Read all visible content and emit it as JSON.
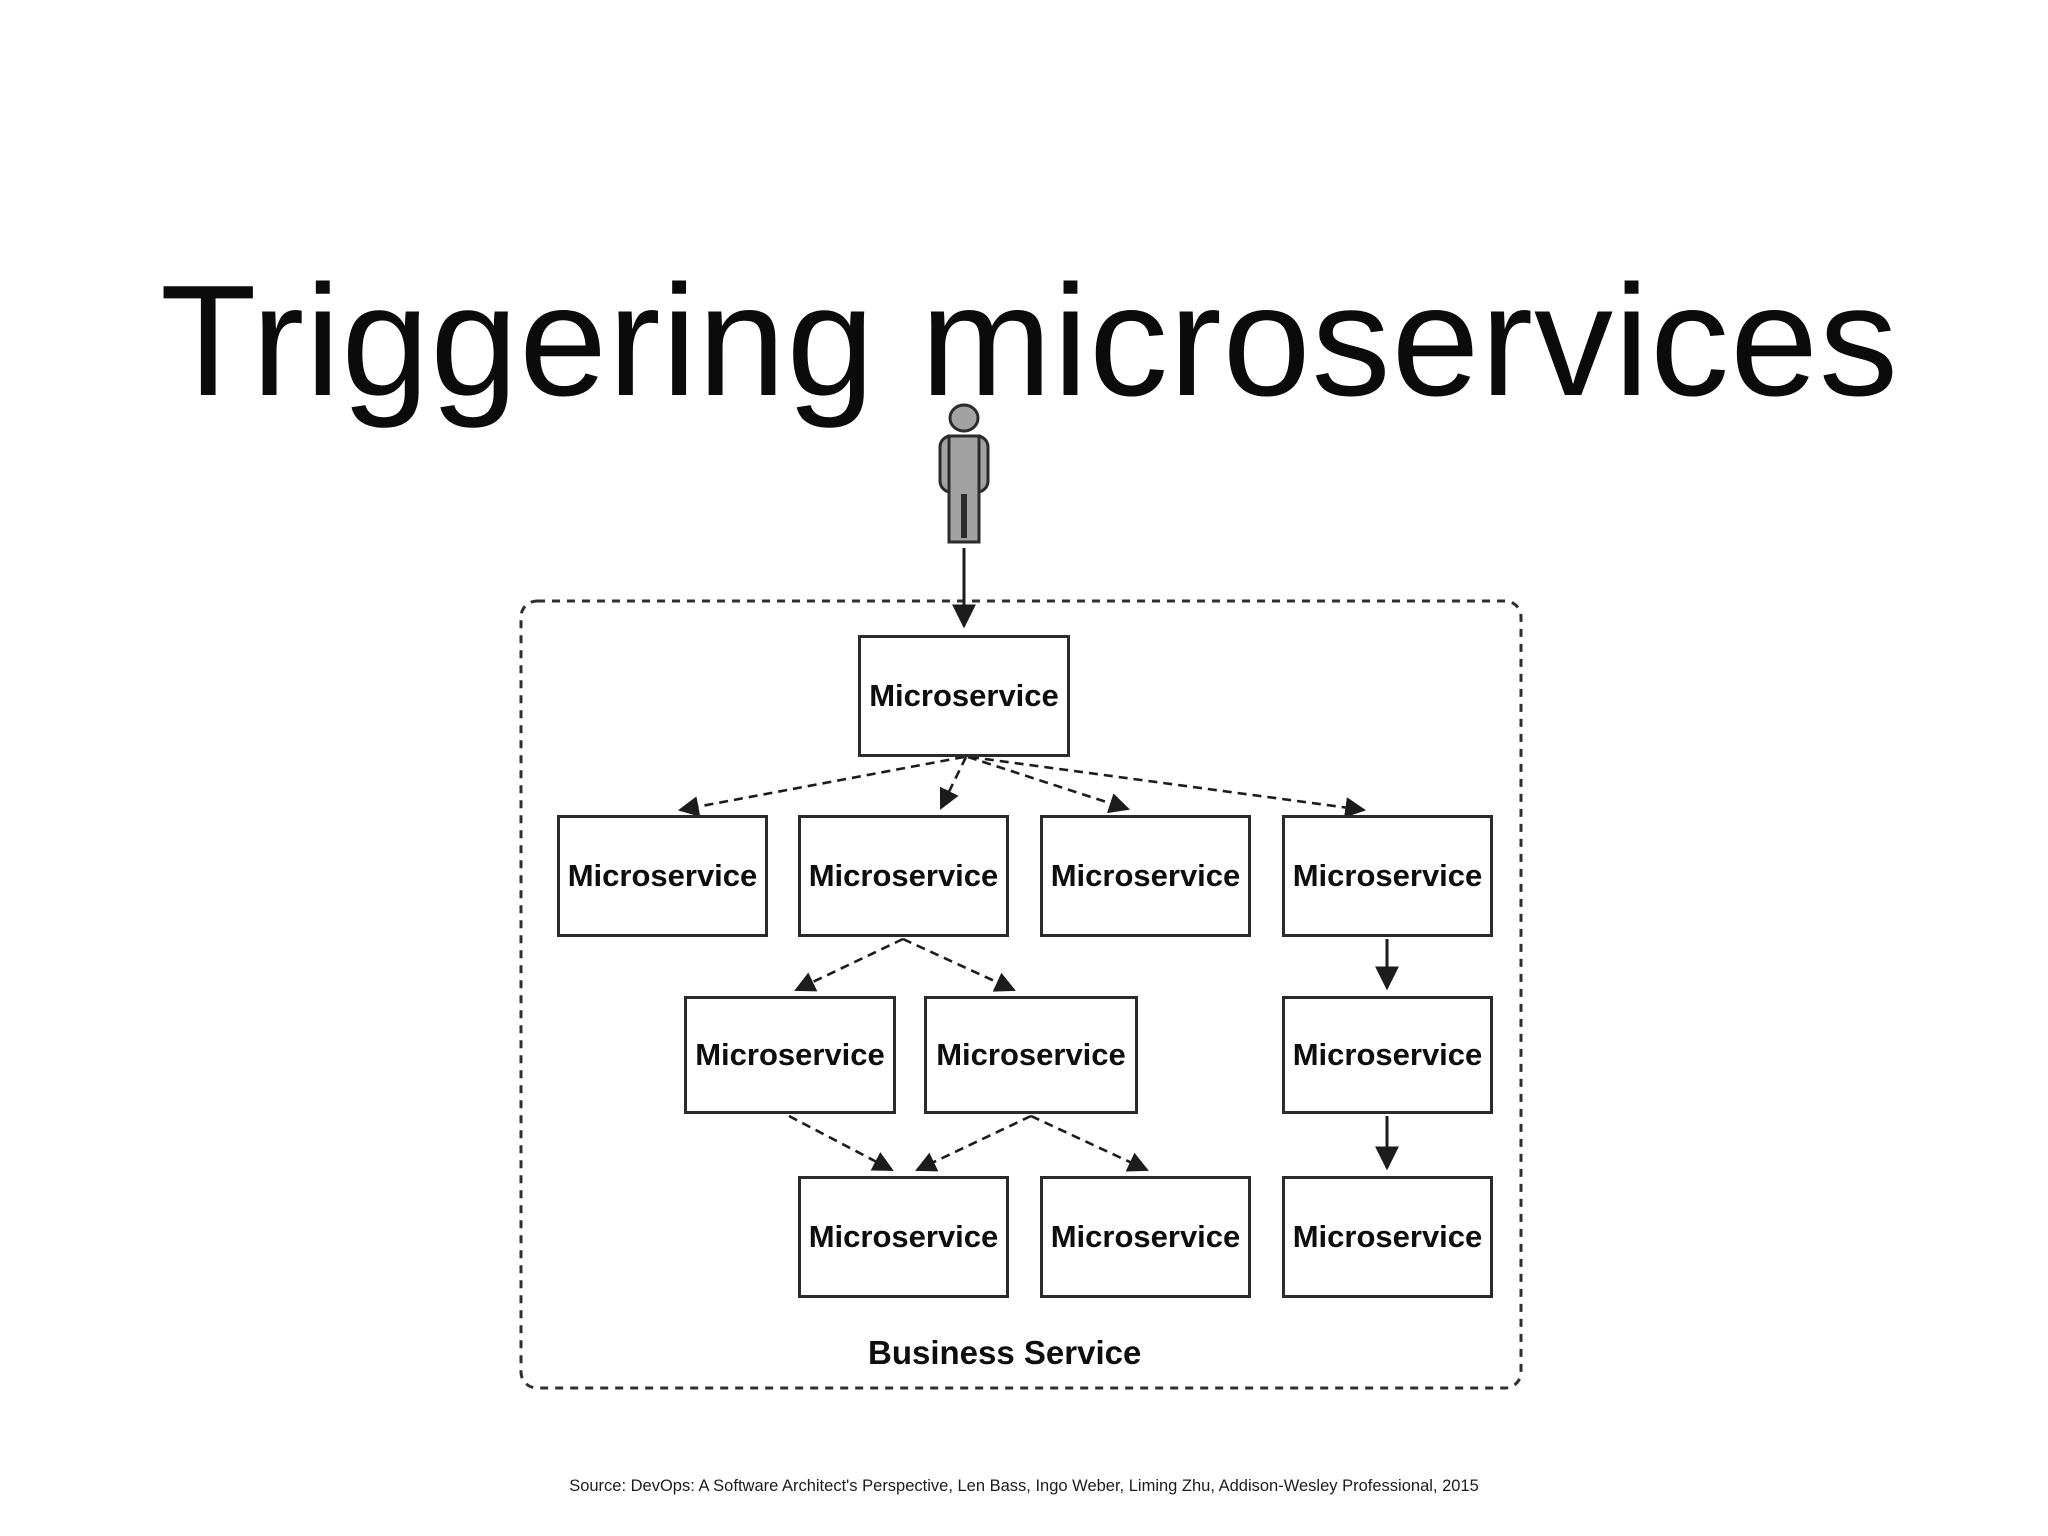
{
  "slide": {
    "title": "Triggering microservices",
    "source_citation": "Source: DevOps: A Software Architect's Perspective, Len Bass, Ingo Weber, Liming Zhu, Addison-Wesley Professional, 2015"
  },
  "diagram": {
    "container_label": "Business Service",
    "icons": {
      "person": "user-figure"
    },
    "boxes": {
      "root": "Microservice",
      "l2_1": "Microservice",
      "l2_2": "Microservice",
      "l2_3": "Microservice",
      "l2_4": "Microservice",
      "l3_1": "Microservice",
      "l3_2": "Microservice",
      "l3_3": "Microservice",
      "l4_1": "Microservice",
      "l4_2": "Microservice",
      "l4_3": "Microservice"
    },
    "edges": {
      "style_fanout": "dashed",
      "style_right_chain": "solid"
    }
  },
  "colors": {
    "background": "#ffffff",
    "ink": "#1c1c1c",
    "box_border": "#2b2b2b",
    "person_fill": "#a2a2a2"
  }
}
